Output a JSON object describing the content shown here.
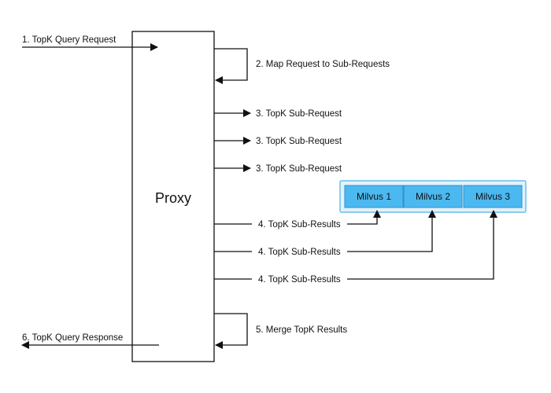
{
  "proxy": {
    "label": "Proxy"
  },
  "nodes": [
    {
      "label": "Milvus 1"
    },
    {
      "label": "Milvus 2"
    },
    {
      "label": "Milvus 3"
    }
  ],
  "steps": {
    "query_request": "1. TopK Query Request",
    "map_request": "2. Map Request to Sub-Requests",
    "sub_request_1": "3. TopK Sub-Request",
    "sub_request_2": "3. TopK Sub-Request",
    "sub_request_3": "3. TopK Sub-Request",
    "sub_results_1": "4. TopK Sub-Results",
    "sub_results_2": "4. TopK Sub-Results",
    "sub_results_3": "4. TopK Sub-Results",
    "merge_results": "5. Merge TopK Results",
    "query_response": "6. TopK Query Response"
  },
  "colors": {
    "node_fill": "#4cb8f0",
    "node_stroke": "#2f8fd0",
    "cluster_fill": "#e1f2fc",
    "cluster_stroke": "#6cbde8",
    "line": "#111111"
  }
}
